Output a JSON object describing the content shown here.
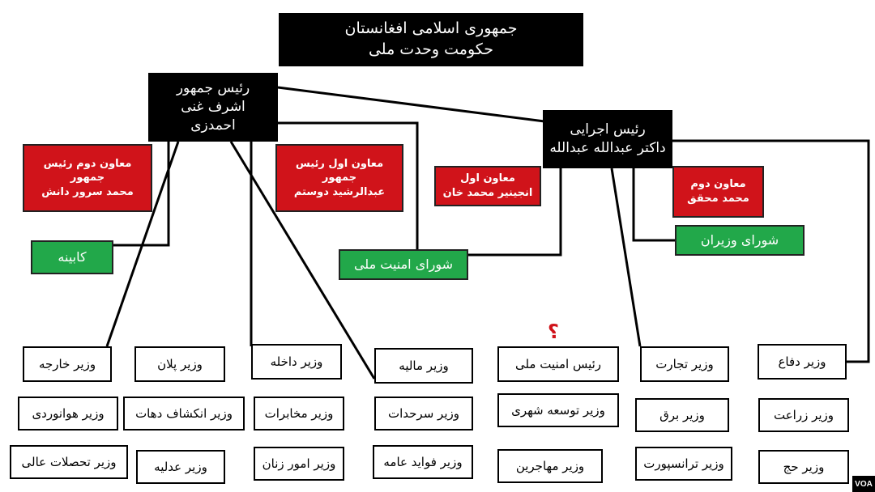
{
  "title": {
    "line1": "جمهوری اسلامی افغانستان",
    "line2": "حکومت وحدت ملی"
  },
  "president": {
    "line1": "رئیس جمهور",
    "line2": "اشرف غنی",
    "line3": "احمدزی"
  },
  "ceo": {
    "line1": "رئیس اجرایی",
    "line2": "داکتر عبدالله عبدالله"
  },
  "deputies": {
    "second_vp": {
      "line1": "معاون دوم رئیس",
      "line2": "جمهور",
      "line3": "محمد سرور دانش"
    },
    "first_vp": {
      "line1": "معاون اول رئیس",
      "line2": "جمهور",
      "line3": "عبدالرشید دوستم"
    },
    "ceo_first": {
      "line1": "معاون اول",
      "line2": "انجینیر محمد خان"
    },
    "ceo_second": {
      "line1": "معاون دوم",
      "line2": "محمد محقق"
    }
  },
  "councils": {
    "cabinet": "کابینه",
    "national_security": "شورای امنیت ملی",
    "council_of_ministers": "شورای وزیران"
  },
  "question_mark": "؟",
  "ministers": {
    "foreign": "وزیر خارجه",
    "planning": "وزیر پلان",
    "interior": "وزیر داخله",
    "finance": "وزیر مالیه",
    "nds_chief": "رئیس امنیت ملی",
    "commerce": "وزیر تجارت",
    "defense": "وزیر دفاع",
    "aviation": "وزیر هوانوردی",
    "rural_dev": "وزیر انکشاف دهات",
    "communications": "وزیر مخابرات",
    "borders": "وزیر سرحدات",
    "urban_dev": "وزیر توسعه شهری",
    "energy": "وزیر برق",
    "agriculture": "وزیر زراعت",
    "higher_edu": "وزیر تحصلات عالی",
    "justice": "وزیر عدلیه",
    "women": "وزیر امور زنان",
    "public_works": "وزیر فواید عامه",
    "refugees": "وزیر مهاجرین",
    "transport": "وزیر ترانسپورت",
    "hajj": "وزیر حج"
  },
  "watermark": "VOA"
}
